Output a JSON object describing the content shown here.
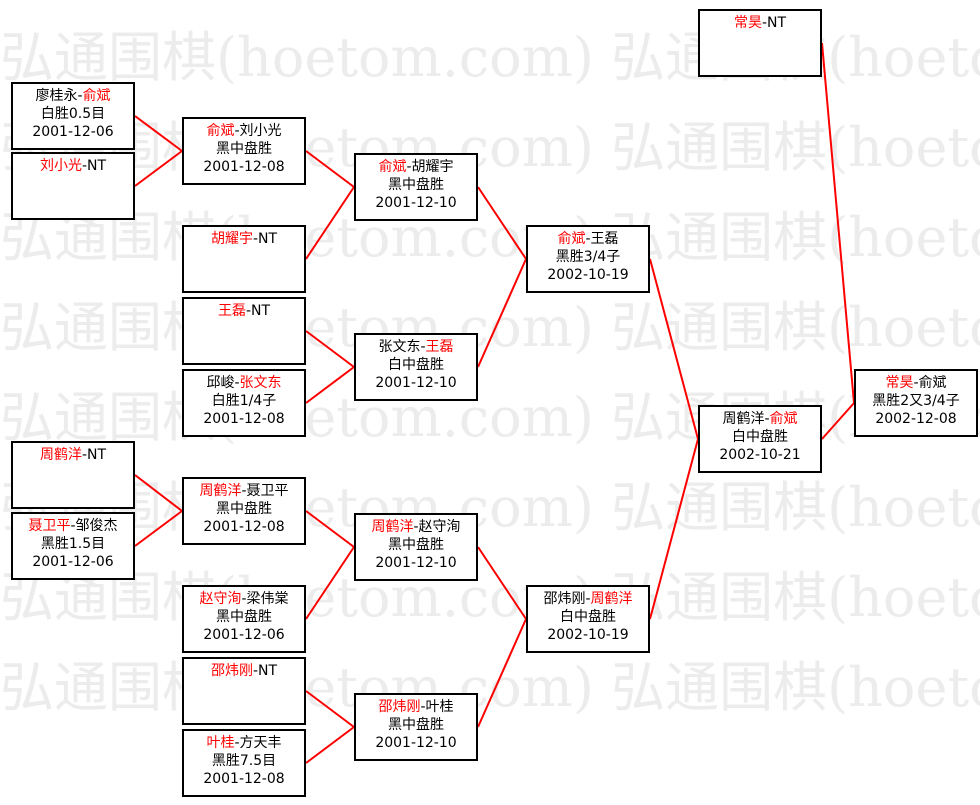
{
  "watermark": {
    "text": "弘通围棋(hoetom.com)",
    "lines": [
      "弘通围棋(hoetom.com) 弘通围棋(hoetom.com)",
      "弘通围棋(hoetom.com) 弘通围棋(hoetom.com)",
      "弘通围棋(hoetom.com) 弘通围棋(hoetom.com)",
      "弘通围棋(hoetom.com) 弘通围棋(hoetom.com)",
      "弘通围棋(hoetom.com) 弘通围棋(hoetom.com)",
      "弘通围棋(hoetom.com) 弘通围棋(hoetom.com)",
      "弘通围棋(hoetom.com) 弘通围棋(hoetom.com)",
      "弘通围棋(hoetom.com) 弘通围棋(hoetom.com)"
    ]
  },
  "colors": {
    "winner": "#ff0000",
    "text": "#000000",
    "connector": "#ff0000",
    "border": "#000000"
  },
  "matches": [
    {
      "id": "m1",
      "p1": "廖桂永",
      "p2": "俞斌",
      "winner": 2,
      "result": "白胜0.5目",
      "date": "2001-12-06"
    },
    {
      "id": "m2",
      "p1": "刘小光",
      "p2": "NT",
      "winner": 1,
      "result": "",
      "date": ""
    },
    {
      "id": "m3",
      "p1": "俞斌",
      "p2": "刘小光",
      "winner": 1,
      "result": "黑中盘胜",
      "date": "2001-12-08"
    },
    {
      "id": "m4",
      "p1": "胡耀宇",
      "p2": "NT",
      "winner": 1,
      "result": "",
      "date": ""
    },
    {
      "id": "m5",
      "p1": "俞斌",
      "p2": "胡耀宇",
      "winner": 1,
      "result": "黑中盘胜",
      "date": "2001-12-10"
    },
    {
      "id": "m6",
      "p1": "王磊",
      "p2": "NT",
      "winner": 1,
      "result": "",
      "date": ""
    },
    {
      "id": "m7",
      "p1": "邱峻",
      "p2": "张文东",
      "winner": 2,
      "result": "白胜1/4子",
      "date": "2001-12-08"
    },
    {
      "id": "m8",
      "p1": "张文东",
      "p2": "王磊",
      "winner": 2,
      "result": "白中盘胜",
      "date": "2001-12-10"
    },
    {
      "id": "m9",
      "p1": "俞斌",
      "p2": "王磊",
      "winner": 1,
      "result": "黑胜3/4子",
      "date": "2002-10-19"
    },
    {
      "id": "m10",
      "p1": "周鹤洋",
      "p2": "NT",
      "winner": 1,
      "result": "",
      "date": ""
    },
    {
      "id": "m11",
      "p1": "聂卫平",
      "p2": "邹俊杰",
      "winner": 1,
      "result": "黑胜1.5目",
      "date": "2001-12-06"
    },
    {
      "id": "m12",
      "p1": "周鹤洋",
      "p2": "聂卫平",
      "winner": 1,
      "result": "黑中盘胜",
      "date": "2001-12-08"
    },
    {
      "id": "m13",
      "p1": "赵守洵",
      "p2": "梁伟棠",
      "winner": 1,
      "result": "黑中盘胜",
      "date": "2001-12-06"
    },
    {
      "id": "m14",
      "p1": "周鹤洋",
      "p2": "赵守洵",
      "winner": 1,
      "result": "黑中盘胜",
      "date": "2001-12-10"
    },
    {
      "id": "m15",
      "p1": "邵炜刚",
      "p2": "NT",
      "winner": 1,
      "result": "",
      "date": ""
    },
    {
      "id": "m16",
      "p1": "叶桂",
      "p2": "方天丰",
      "winner": 1,
      "result": "黑胜7.5目",
      "date": "2001-12-08"
    },
    {
      "id": "m17",
      "p1": "邵炜刚",
      "p2": "叶桂",
      "winner": 1,
      "result": "黑中盘胜",
      "date": "2001-12-10"
    },
    {
      "id": "m18",
      "p1": "邵炜刚",
      "p2": "周鹤洋",
      "winner": 2,
      "result": "白中盘胜",
      "date": "2002-10-19"
    },
    {
      "id": "m19",
      "p1": "周鹤洋",
      "p2": "俞斌",
      "winner": 2,
      "result": "白中盘胜",
      "date": "2002-10-21"
    },
    {
      "id": "m20",
      "p1": "常昊",
      "p2": "NT",
      "winner": 1,
      "result": "",
      "date": ""
    },
    {
      "id": "m21",
      "p1": "常昊",
      "p2": "俞斌",
      "winner": 1,
      "result": "黑胜2又3/4子",
      "date": "2002-12-08"
    }
  ],
  "connections": [
    [
      "m1",
      "m3"
    ],
    [
      "m2",
      "m3"
    ],
    [
      "m3",
      "m5"
    ],
    [
      "m4",
      "m5"
    ],
    [
      "m6",
      "m8"
    ],
    [
      "m7",
      "m8"
    ],
    [
      "m5",
      "m9"
    ],
    [
      "m8",
      "m9"
    ],
    [
      "m10",
      "m12"
    ],
    [
      "m11",
      "m12"
    ],
    [
      "m12",
      "m14"
    ],
    [
      "m13",
      "m14"
    ],
    [
      "m15",
      "m17"
    ],
    [
      "m16",
      "m17"
    ],
    [
      "m14",
      "m18"
    ],
    [
      "m17",
      "m18"
    ],
    [
      "m9",
      "m19"
    ],
    [
      "m18",
      "m19"
    ],
    [
      "m19",
      "m21"
    ],
    [
      "m20",
      "m21"
    ]
  ]
}
